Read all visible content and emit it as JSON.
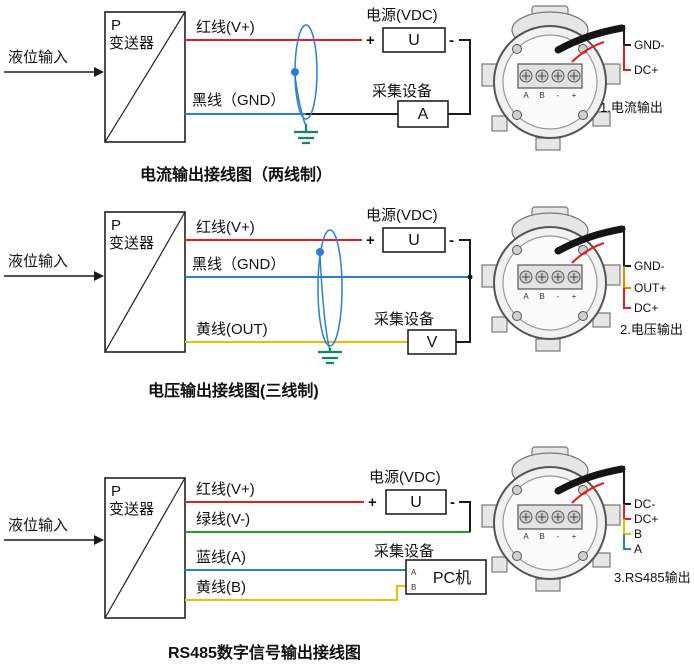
{
  "colors": {
    "red": "#e02020",
    "blue": "#2b7fd0",
    "yellow": "#eebc00",
    "orange": "#f08200",
    "green": "#1fa01f",
    "ground": "#0e8a5f"
  },
  "head_terminals": [
    "A",
    "B",
    "-",
    "+"
  ],
  "sections": [
    {
      "input_label": "液位输入",
      "transmitter": {
        "p": "P",
        "name": "变送器"
      },
      "wires": {
        "red": "红线(V+)",
        "black": "黑线（GND）"
      },
      "power": {
        "title": "电源(VDC)",
        "u": "U",
        "plus": "+",
        "minus": "-"
      },
      "collector": {
        "title": "采集设备",
        "unit": "A"
      },
      "caption": "电流输出接线图（两线制）",
      "head": {
        "labels": [
          "GND-",
          "DC+"
        ],
        "caption": "1.电流输出"
      }
    },
    {
      "input_label": "液位输入",
      "transmitter": {
        "p": "P",
        "name": "变送器"
      },
      "wires": {
        "red": "红线(V+)",
        "black": "黑线（GND）",
        "yellow": "黄线(OUT)"
      },
      "power": {
        "title": "电源(VDC)",
        "u": "U",
        "plus": "+",
        "minus": "-"
      },
      "collector": {
        "title": "采集设备",
        "unit": "V"
      },
      "caption": "电压输出接线图(三线制)",
      "head": {
        "labels": [
          "GND-",
          "OUT+",
          "DC+"
        ],
        "caption": "2.电压输出"
      }
    },
    {
      "input_label": "液位输入",
      "transmitter": {
        "p": "P",
        "name": "变送器"
      },
      "wires": {
        "red": "红线(V+)",
        "green": "绿线(V-)",
        "blue": "蓝线(A)",
        "yellow": "黄线(B)"
      },
      "power": {
        "title": "电源(VDC)",
        "u": "U",
        "plus": "+",
        "minus": "-"
      },
      "collector": {
        "title": "采集设备",
        "pc": "PC机",
        "a": "A",
        "b": "B"
      },
      "caption": "RS485数字信号输出接线图",
      "head": {
        "labels": [
          "DC-",
          "DC+",
          "B",
          "A"
        ],
        "caption": "3.RS485输出"
      }
    }
  ]
}
